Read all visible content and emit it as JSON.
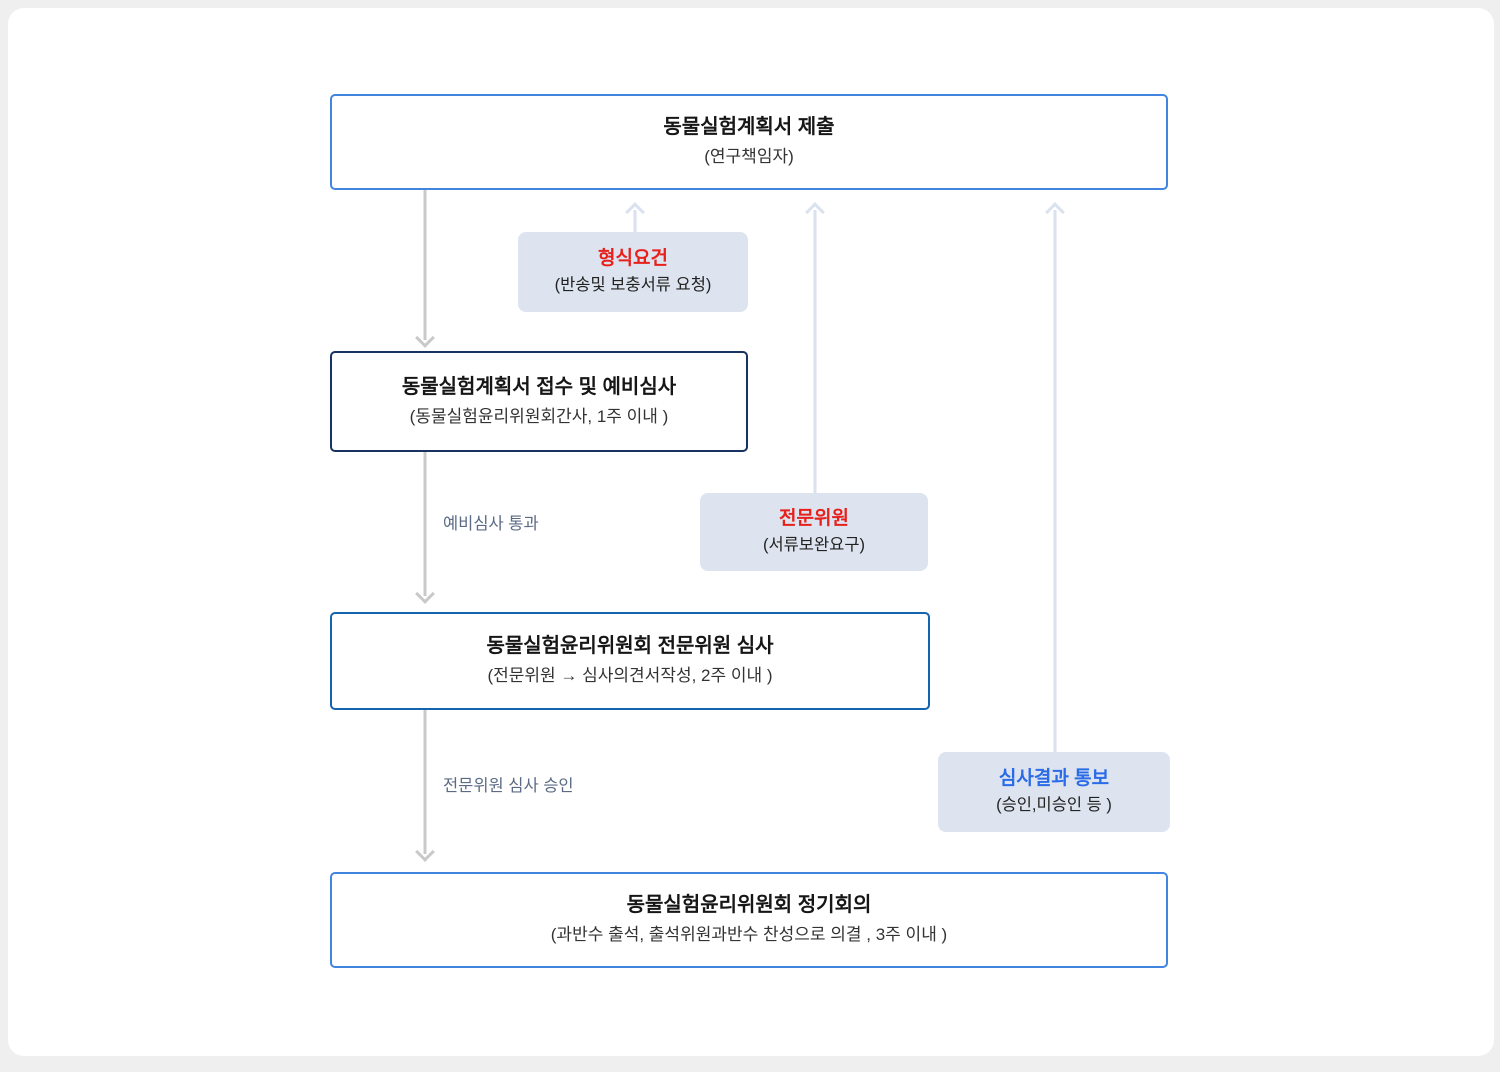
{
  "diagram": {
    "boxes": {
      "submit": {
        "title": "동물실험계획서 제출",
        "subtitle": "(연구책임자)"
      },
      "receive": {
        "title": "동물실험계획서 접수 및 예비심사",
        "subtitle": "(동물실험윤리위원회간사, 1주 이내 )"
      },
      "expert_review": {
        "title": "동물실험윤리위원회 전문위원 심사",
        "subtitle": "(전문위원 → 심사의견서작성, 2주 이내 )"
      },
      "meeting": {
        "title": "동물실험윤리위원회 정기회의",
        "subtitle": "(과반수 출석, 출석위원과반수 찬성으로 의결 , 3주 이내 )"
      }
    },
    "callouts": {
      "formal": {
        "title": "형식요건",
        "subtitle": "(반송및 보충서류 요청)",
        "title_color": "#e8201c"
      },
      "expert": {
        "title": "전문위원",
        "subtitle": "(서류보완요구)",
        "title_color": "#e8201c"
      },
      "result": {
        "title": "심사결과 통보",
        "subtitle": "(승인,미승인 등  )",
        "title_color": "#2a6be8"
      }
    },
    "edge_labels": {
      "pass": "예비심사 통과",
      "approve": "전문위원 심사 승인"
    },
    "colors": {
      "page_background": "#efefef",
      "card_background": "#ffffff",
      "box_blue_border": "#4285e0",
      "box_navy_border": "#17335f",
      "box_midblue_border": "#1465b0",
      "callout_background": "#dde4ef",
      "down_arrow": "#c9c9c9",
      "up_arrow": "#d9e2ee",
      "edge_label_text": "#5b6b85"
    }
  }
}
